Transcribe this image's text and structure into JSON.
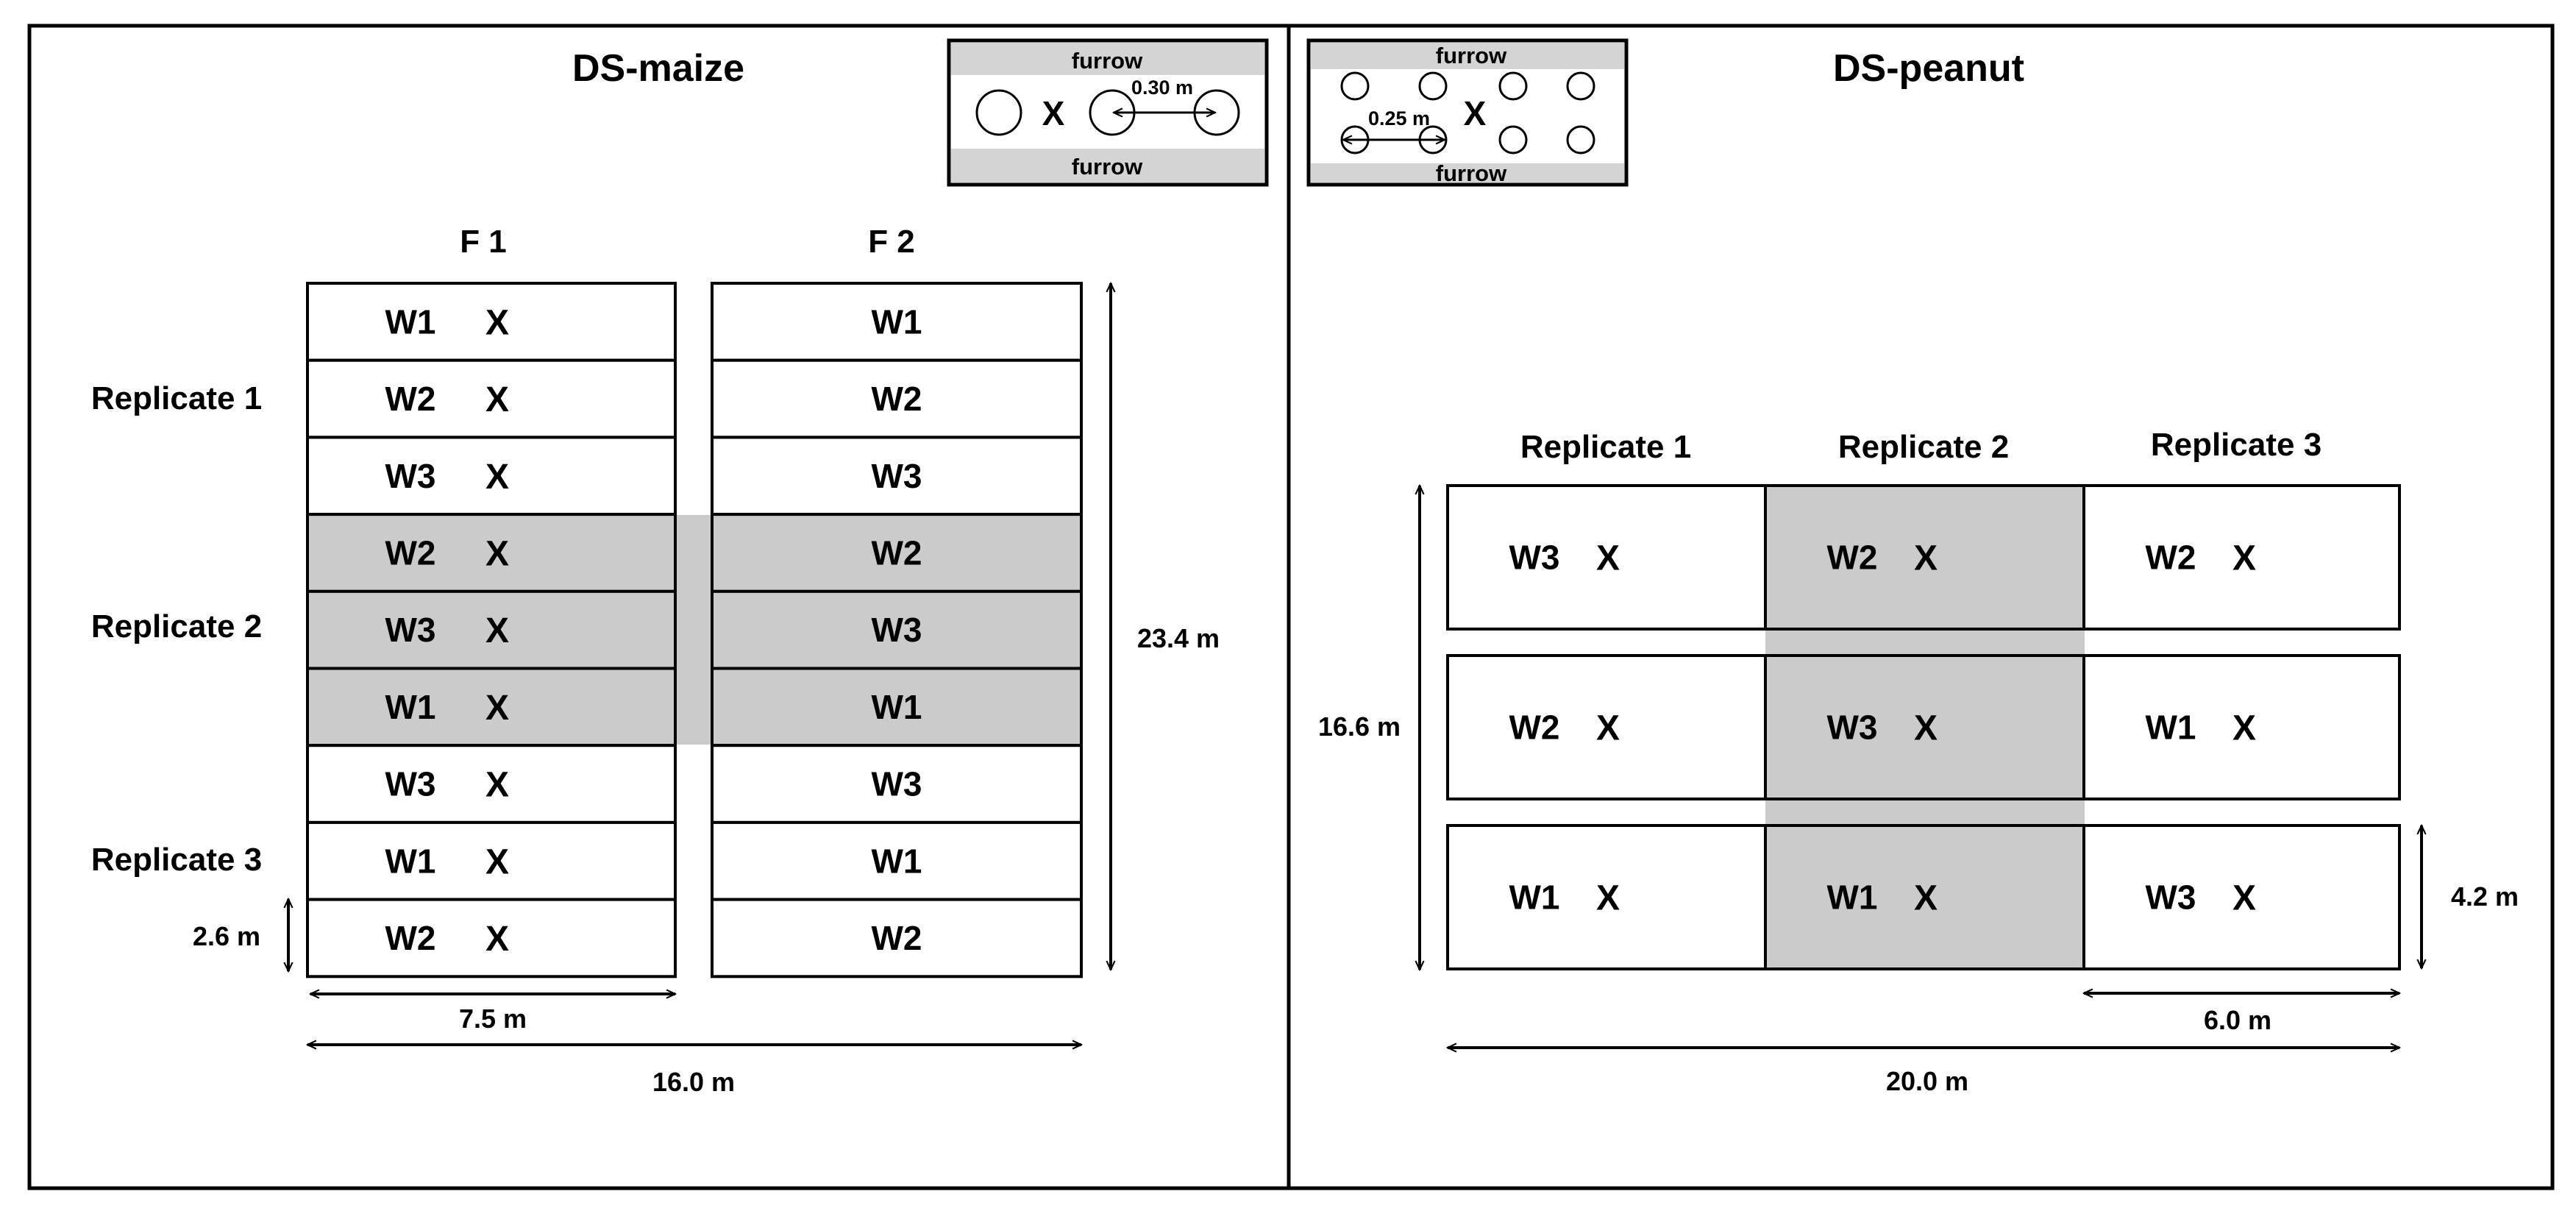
{
  "maize": {
    "title": "DS-maize",
    "field_labels": [
      "F 1",
      "F 2"
    ],
    "replicates": [
      "Replicate 1",
      "Replicate 2",
      "Replicate 3"
    ],
    "f1_rows": [
      "W1",
      "W2",
      "W3",
      "W2",
      "W3",
      "W1",
      "W3",
      "W1",
      "W2"
    ],
    "f2_rows": [
      "W1",
      "W2",
      "W3",
      "W2",
      "W3",
      "W1",
      "W3",
      "W1",
      "W2"
    ],
    "shaded_rows": [
      4,
      5,
      6
    ],
    "marker": "X",
    "dim_height": "23.4 m",
    "dim_row": "2.6 m",
    "dim_plot_width": "7.5 m",
    "dim_total_width": "16.0 m",
    "inset": {
      "top": "furrow",
      "bottom": "furrow",
      "spacing": "0.30 m",
      "marker": "X"
    }
  },
  "peanut": {
    "title": "DS-peanut",
    "replicates": [
      "Replicate 1",
      "Replicate 2",
      "Replicate 3"
    ],
    "rows": [
      [
        "W3",
        "W2",
        "W2"
      ],
      [
        "W2",
        "W3",
        "W1"
      ],
      [
        "W1",
        "W1",
        "W3"
      ]
    ],
    "shaded_column": 2,
    "marker": "X",
    "dim_height": "16.6 m",
    "dim_plot_height": "4.2 m",
    "dim_plot_width": "6.0 m",
    "dim_total_width": "20.0 m",
    "inset": {
      "top": "furrow",
      "bottom": "furrow",
      "spacing": "0.25 m",
      "marker": "X"
    }
  },
  "colors": {
    "shade": "#cbcbcb",
    "furrow": "#d4d4d4",
    "line": "#000000"
  }
}
